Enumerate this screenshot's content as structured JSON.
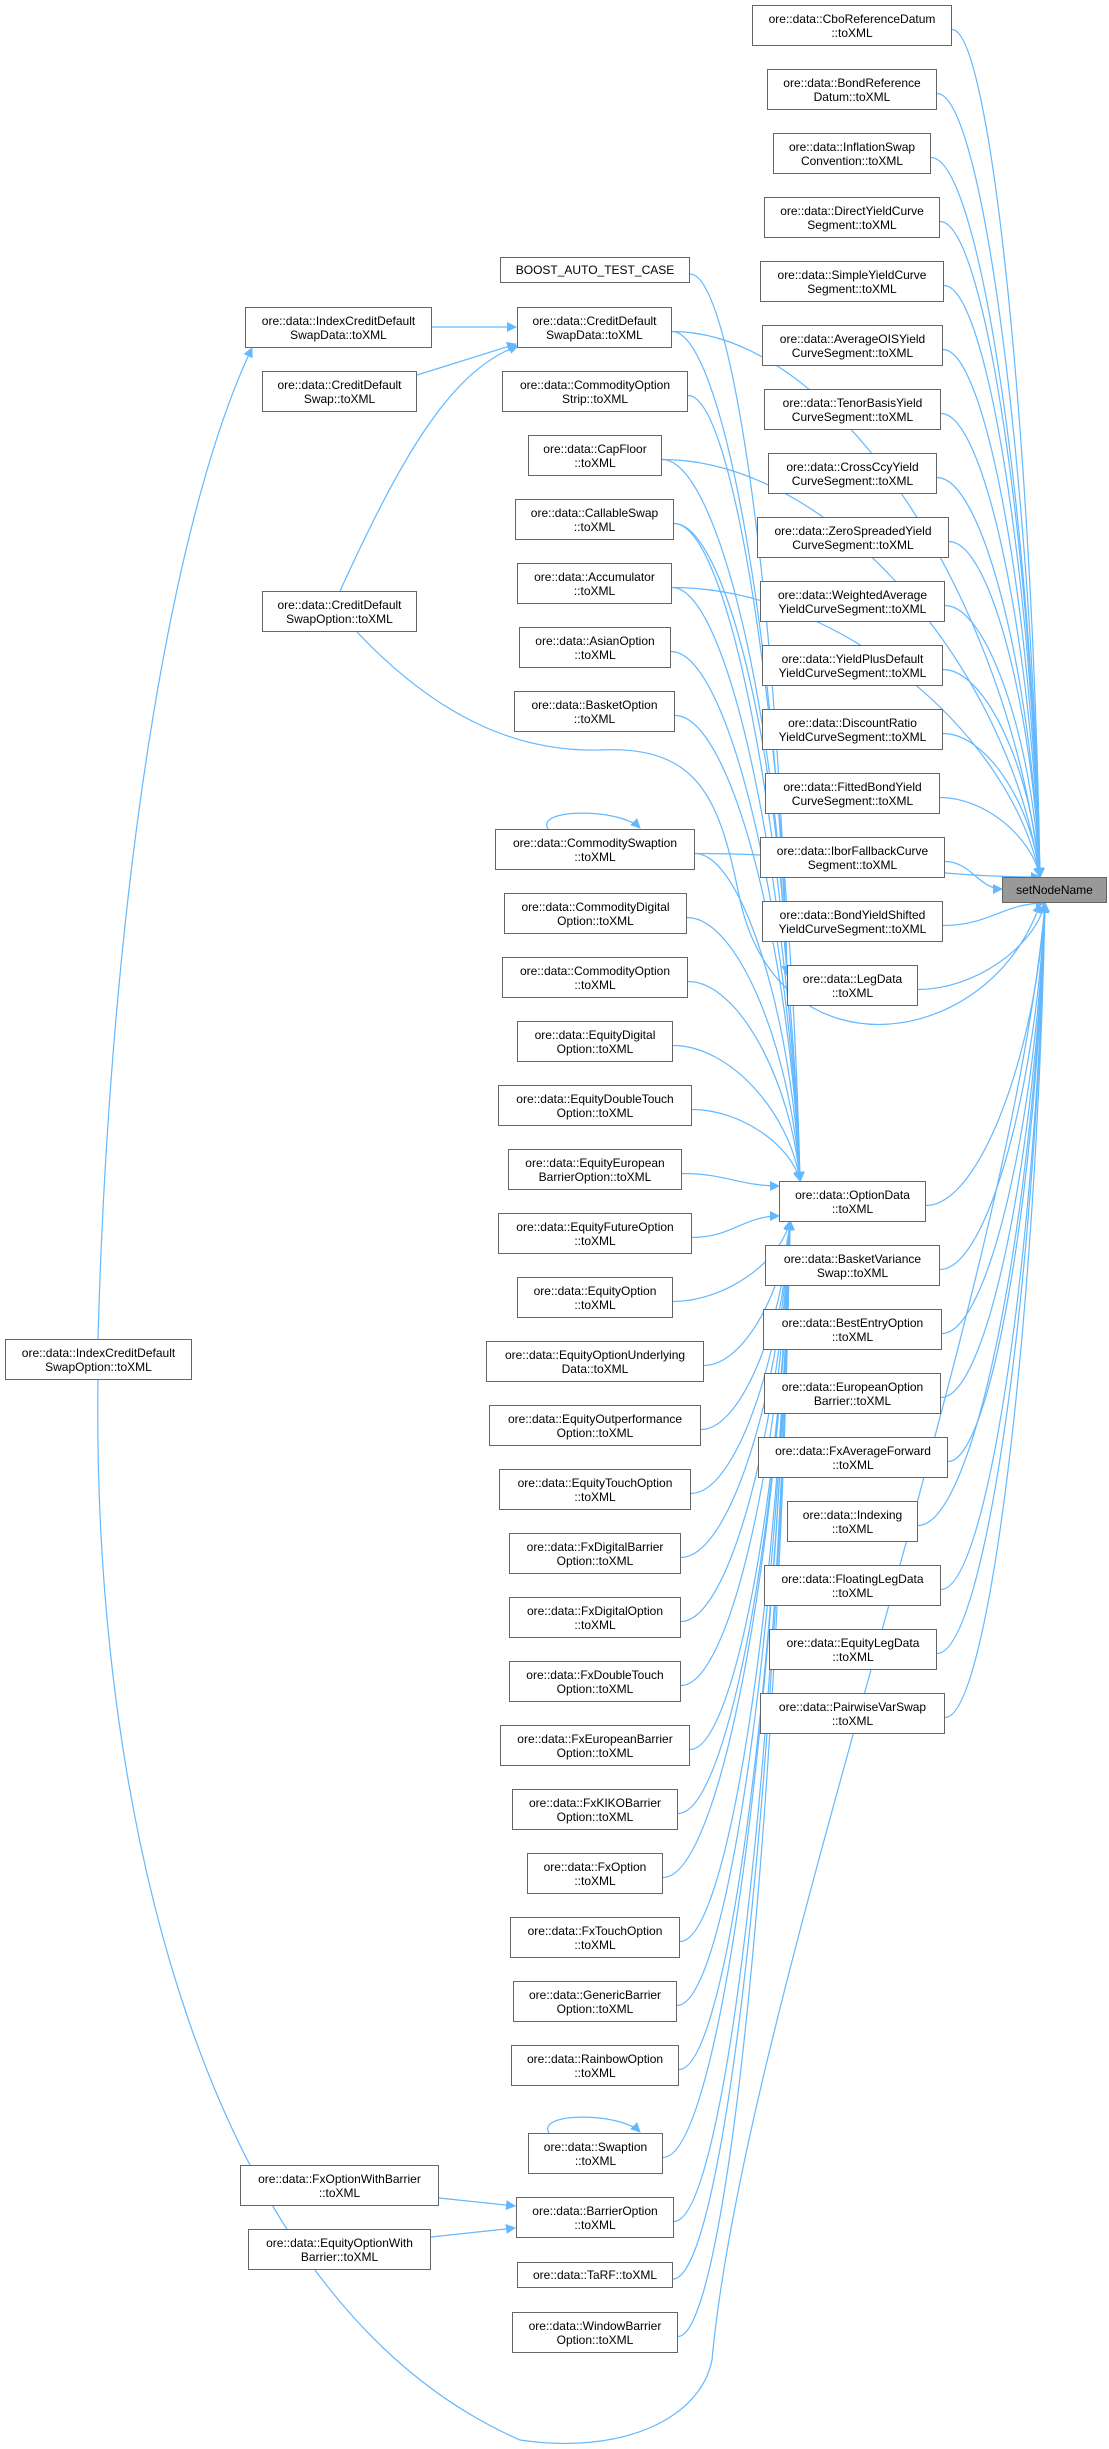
{
  "diagram": {
    "type": "caller-graph",
    "edge_color": "#63b8ff",
    "focus_fill": "#999999",
    "focus_node": "setnode",
    "nodes": [
      {
        "id": "cbo",
        "lines": [
          "ore::data::CboReferenceDatum",
          "::toXML"
        ]
      },
      {
        "id": "bondref",
        "lines": [
          "ore::data::BondReference",
          "Datum::toXML"
        ]
      },
      {
        "id": "inflation",
        "lines": [
          "ore::data::InflationSwap",
          "Convention::toXML"
        ]
      },
      {
        "id": "direct",
        "lines": [
          "ore::data::DirectYieldCurve",
          "Segment::toXML"
        ]
      },
      {
        "id": "simple",
        "lines": [
          "ore::data::SimpleYieldCurve",
          "Segment::toXML"
        ]
      },
      {
        "id": "avgois",
        "lines": [
          "ore::data::AverageOISYield",
          "CurveSegment::toXML"
        ]
      },
      {
        "id": "tenor",
        "lines": [
          "ore::data::TenorBasisYield",
          "CurveSegment::toXML"
        ]
      },
      {
        "id": "crossccy",
        "lines": [
          "ore::data::CrossCcyYield",
          "CurveSegment::toXML"
        ]
      },
      {
        "id": "zerospread",
        "lines": [
          "ore::data::ZeroSpreadedYield",
          "CurveSegment::toXML"
        ]
      },
      {
        "id": "weighted",
        "lines": [
          "ore::data::WeightedAverage",
          "YieldCurveSegment::toXML"
        ]
      },
      {
        "id": "yieldplus",
        "lines": [
          "ore::data::YieldPlusDefault",
          "YieldCurveSegment::toXML"
        ]
      },
      {
        "id": "discount",
        "lines": [
          "ore::data::DiscountRatio",
          "YieldCurveSegment::toXML"
        ]
      },
      {
        "id": "fitted",
        "lines": [
          "ore::data::FittedBondYield",
          "CurveSegment::toXML"
        ]
      },
      {
        "id": "ibor",
        "lines": [
          "ore::data::IborFallbackCurve",
          "Segment::toXML"
        ]
      },
      {
        "id": "bondshift",
        "lines": [
          "ore::data::BondYieldShifted",
          "YieldCurveSegment::toXML"
        ]
      },
      {
        "id": "legdata",
        "lines": [
          "ore::data::LegData",
          "::toXML"
        ]
      },
      {
        "id": "optiondata",
        "lines": [
          "ore::data::OptionData",
          "::toXML"
        ]
      },
      {
        "id": "basketvar",
        "lines": [
          "ore::data::BasketVariance",
          "Swap::toXML"
        ]
      },
      {
        "id": "bestentry",
        "lines": [
          "ore::data::BestEntryOption",
          "::toXML"
        ]
      },
      {
        "id": "euroopt",
        "lines": [
          "ore::data::EuropeanOption",
          "Barrier::toXML"
        ]
      },
      {
        "id": "fxavg",
        "lines": [
          "ore::data::FxAverageForward",
          "::toXML"
        ]
      },
      {
        "id": "indexing",
        "lines": [
          "ore::data::Indexing",
          "::toXML"
        ]
      },
      {
        "id": "floatleg",
        "lines": [
          "ore::data::FloatingLegData",
          "::toXML"
        ]
      },
      {
        "id": "eqleg",
        "lines": [
          "ore::data::EquityLegData",
          "::toXML"
        ]
      },
      {
        "id": "pairwise",
        "lines": [
          "ore::data::PairwiseVarSwap",
          "::toXML"
        ]
      },
      {
        "id": "setnode",
        "lines": [
          "setNodeName"
        ]
      },
      {
        "id": "boost",
        "lines": [
          "BOOST_AUTO_TEST_CASE"
        ]
      },
      {
        "id": "cdsdata",
        "lines": [
          "ore::data::CreditDefault",
          "SwapData::toXML"
        ]
      },
      {
        "id": "commstrip",
        "lines": [
          "ore::data::CommodityOption",
          "Strip::toXML"
        ]
      },
      {
        "id": "capfloor",
        "lines": [
          "ore::data::CapFloor",
          "::toXML"
        ]
      },
      {
        "id": "callable",
        "lines": [
          "ore::data::CallableSwap",
          "::toXML"
        ]
      },
      {
        "id": "accum",
        "lines": [
          "ore::data::Accumulator",
          "::toXML"
        ]
      },
      {
        "id": "asian",
        "lines": [
          "ore::data::AsianOption",
          "::toXML"
        ]
      },
      {
        "id": "basketopt",
        "lines": [
          "ore::data::BasketOption",
          "::toXML"
        ]
      },
      {
        "id": "commswaption",
        "lines": [
          "ore::data::CommoditySwaption",
          "::toXML"
        ]
      },
      {
        "id": "commdigital",
        "lines": [
          "ore::data::CommodityDigital",
          "Option::toXML"
        ]
      },
      {
        "id": "commoption",
        "lines": [
          "ore::data::CommodityOption",
          "::toXML"
        ]
      },
      {
        "id": "eqdigital",
        "lines": [
          "ore::data::EquityDigital",
          "Option::toXML"
        ]
      },
      {
        "id": "eqdt",
        "lines": [
          "ore::data::EquityDoubleTouch",
          "Option::toXML"
        ]
      },
      {
        "id": "eqeuro",
        "lines": [
          "ore::data::EquityEuropean",
          "BarrierOption::toXML"
        ]
      },
      {
        "id": "eqfuture",
        "lines": [
          "ore::data::EquityFutureOption",
          "::toXML"
        ]
      },
      {
        "id": "eqoption",
        "lines": [
          "ore::data::EquityOption",
          "::toXML"
        ]
      },
      {
        "id": "equnder",
        "lines": [
          "ore::data::EquityOptionUnderlying",
          "Data::toXML"
        ]
      },
      {
        "id": "eqoutperf",
        "lines": [
          "ore::data::EquityOutperformance",
          "Option::toXML"
        ]
      },
      {
        "id": "eqtouch",
        "lines": [
          "ore::data::EquityTouchOption",
          "::toXML"
        ]
      },
      {
        "id": "fxdigbar",
        "lines": [
          "ore::data::FxDigitalBarrier",
          "Option::toXML"
        ]
      },
      {
        "id": "fxdigopt",
        "lines": [
          "ore::data::FxDigitalOption",
          "::toXML"
        ]
      },
      {
        "id": "fxdt",
        "lines": [
          "ore::data::FxDoubleTouch",
          "Option::toXML"
        ]
      },
      {
        "id": "fxeuro",
        "lines": [
          "ore::data::FxEuropeanBarrier",
          "Option::toXML"
        ]
      },
      {
        "id": "fxkiko",
        "lines": [
          "ore::data::FxKIKOBarrier",
          "Option::toXML"
        ]
      },
      {
        "id": "fxoption",
        "lines": [
          "ore::data::FxOption",
          "::toXML"
        ]
      },
      {
        "id": "fxtouch",
        "lines": [
          "ore::data::FxTouchOption",
          "::toXML"
        ]
      },
      {
        "id": "generic",
        "lines": [
          "ore::data::GenericBarrier",
          "Option::toXML"
        ]
      },
      {
        "id": "rainbow",
        "lines": [
          "ore::data::RainbowOption",
          "::toXML"
        ]
      },
      {
        "id": "swaption",
        "lines": [
          "ore::data::Swaption",
          "::toXML"
        ]
      },
      {
        "id": "barrier",
        "lines": [
          "ore::data::BarrierOption",
          "::toXML"
        ]
      },
      {
        "id": "tarf",
        "lines": [
          "ore::data::TaRF::toXML"
        ]
      },
      {
        "id": "window",
        "lines": [
          "ore::data::WindowBarrier",
          "Option::toXML"
        ]
      },
      {
        "id": "indexcdsdata",
        "lines": [
          "ore::data::IndexCreditDefault",
          "SwapData::toXML"
        ]
      },
      {
        "id": "cds",
        "lines": [
          "ore::data::CreditDefault",
          "Swap::toXML"
        ]
      },
      {
        "id": "cdsoption",
        "lines": [
          "ore::data::CreditDefault",
          "SwapOption::toXML"
        ]
      },
      {
        "id": "fxoptbar",
        "lines": [
          "ore::data::FxOptionWithBarrier",
          "::toXML"
        ]
      },
      {
        "id": "eqoptbar",
        "lines": [
          "ore::data::EquityOptionWith",
          "Barrier::toXML"
        ]
      },
      {
        "id": "indexcdsoption",
        "lines": [
          "ore::data::IndexCreditDefault",
          "SwapOption::toXML"
        ]
      }
    ],
    "edges": [
      [
        "cbo",
        "setnode"
      ],
      [
        "bondref",
        "setnode"
      ],
      [
        "inflation",
        "setnode"
      ],
      [
        "direct",
        "setnode"
      ],
      [
        "simple",
        "setnode"
      ],
      [
        "avgois",
        "setnode"
      ],
      [
        "tenor",
        "setnode"
      ],
      [
        "crossccy",
        "setnode"
      ],
      [
        "zerospread",
        "setnode"
      ],
      [
        "weighted",
        "setnode"
      ],
      [
        "yieldplus",
        "setnode"
      ],
      [
        "discount",
        "setnode"
      ],
      [
        "fitted",
        "setnode"
      ],
      [
        "ibor",
        "setnode"
      ],
      [
        "bondshift",
        "setnode"
      ],
      [
        "legdata",
        "setnode"
      ],
      [
        "optiondata",
        "setnode"
      ],
      [
        "basketvar",
        "setnode"
      ],
      [
        "bestentry",
        "setnode"
      ],
      [
        "euroopt",
        "setnode"
      ],
      [
        "fxavg",
        "setnode"
      ],
      [
        "indexing",
        "setnode"
      ],
      [
        "floatleg",
        "setnode"
      ],
      [
        "eqleg",
        "setnode"
      ],
      [
        "pairwise",
        "setnode"
      ],
      [
        "boost",
        "legdata"
      ],
      [
        "cdsdata",
        "setnode"
      ],
      [
        "cdsdata",
        "legdata"
      ],
      [
        "capfloor",
        "legdata"
      ],
      [
        "callable",
        "legdata"
      ],
      [
        "commstrip",
        "optiondata"
      ],
      [
        "callable",
        "optiondata"
      ],
      [
        "accum",
        "optiondata"
      ],
      [
        "asian",
        "optiondata"
      ],
      [
        "basketopt",
        "optiondata"
      ],
      [
        "capfloor",
        "setnode"
      ],
      [
        "accum",
        "setnode"
      ],
      [
        "commswaption",
        "setnode"
      ],
      [
        "cdsoption",
        "setnode"
      ],
      [
        "commswaption",
        "optiondata"
      ],
      [
        "commdigital",
        "optiondata"
      ],
      [
        "commoption",
        "optiondata"
      ],
      [
        "eqdigital",
        "optiondata"
      ],
      [
        "eqdt",
        "optiondata"
      ],
      [
        "eqeuro",
        "optiondata"
      ],
      [
        "eqfuture",
        "optiondata"
      ],
      [
        "eqoption",
        "optiondata"
      ],
      [
        "equnder",
        "optiondata"
      ],
      [
        "eqoutperf",
        "optiondata"
      ],
      [
        "eqtouch",
        "optiondata"
      ],
      [
        "fxdigbar",
        "optiondata"
      ],
      [
        "fxdigopt",
        "optiondata"
      ],
      [
        "fxdt",
        "optiondata"
      ],
      [
        "fxeuro",
        "optiondata"
      ],
      [
        "fxkiko",
        "optiondata"
      ],
      [
        "fxoption",
        "optiondata"
      ],
      [
        "fxtouch",
        "optiondata"
      ],
      [
        "generic",
        "optiondata"
      ],
      [
        "rainbow",
        "optiondata"
      ],
      [
        "swaption",
        "optiondata"
      ],
      [
        "barrier",
        "optiondata"
      ],
      [
        "tarf",
        "optiondata"
      ],
      [
        "window",
        "optiondata"
      ],
      [
        "indexcdsdata",
        "cdsdata"
      ],
      [
        "cds",
        "cdsdata"
      ],
      [
        "cdsoption",
        "cdsdata"
      ],
      [
        "fxoptbar",
        "barrier"
      ],
      [
        "eqoptbar",
        "barrier"
      ],
      [
        "indexcdsoption",
        "indexcdsdata"
      ],
      [
        "indexcdsoption",
        "setnode"
      ],
      [
        "commswaption",
        "commswaption"
      ],
      [
        "swaption",
        "swaption"
      ]
    ]
  }
}
